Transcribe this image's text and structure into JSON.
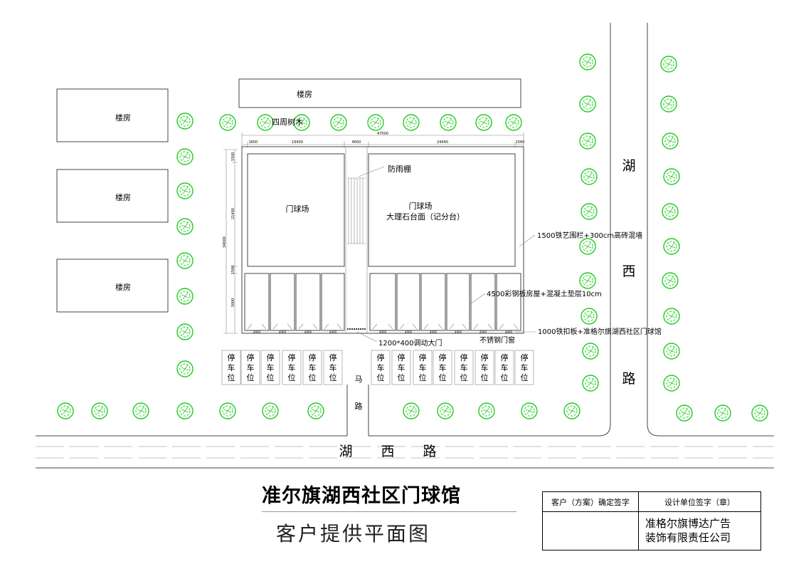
{
  "buildings": {
    "top": "楼房",
    "left": [
      "楼房",
      "楼房",
      "楼房"
    ]
  },
  "trees_label": "四周树木",
  "court_left": "门球场",
  "court_right": [
    "门球场",
    "大理石台面（记分台）"
  ],
  "rain_shed": "防雨棚",
  "fence_note": "1500铁艺围栏+300cm高砖混墙",
  "house_note": "4500彩钢板房屋+混凝土垫层10cm",
  "plate_note": "1000铁扣板+准格尔旗湖西社区门球馆",
  "window_note": "不锈钢门窗",
  "gate_note": "1200*400调动大门",
  "parking_label": [
    "停",
    "车",
    "位"
  ],
  "road_vertical_text": [
    "湖",
    "西",
    "路"
  ],
  "road_horizontal_text": [
    "湖",
    "西",
    "路"
  ],
  "mid_road_text": [
    "马",
    "路"
  ],
  "dims": {
    "top_total": "47000",
    "top_parts": [
      "1600",
      "16400",
      "4600",
      "24440",
      "1560"
    ],
    "left_side": [
      "1500",
      "21400",
      "34000",
      "1500",
      "3000"
    ],
    "room_width": "4000"
  },
  "title": "准尔旗湖西社区门球馆",
  "subtitle": "客户提供平面图",
  "sign": {
    "client": "客户（方案）确定签字",
    "designer": "设计单位签字（章）",
    "company_lines": [
      "准格尔旗博达广告",
      "装饰有限责任公司"
    ]
  },
  "colors": {
    "tree": "#22cc22",
    "line": "#444444"
  }
}
